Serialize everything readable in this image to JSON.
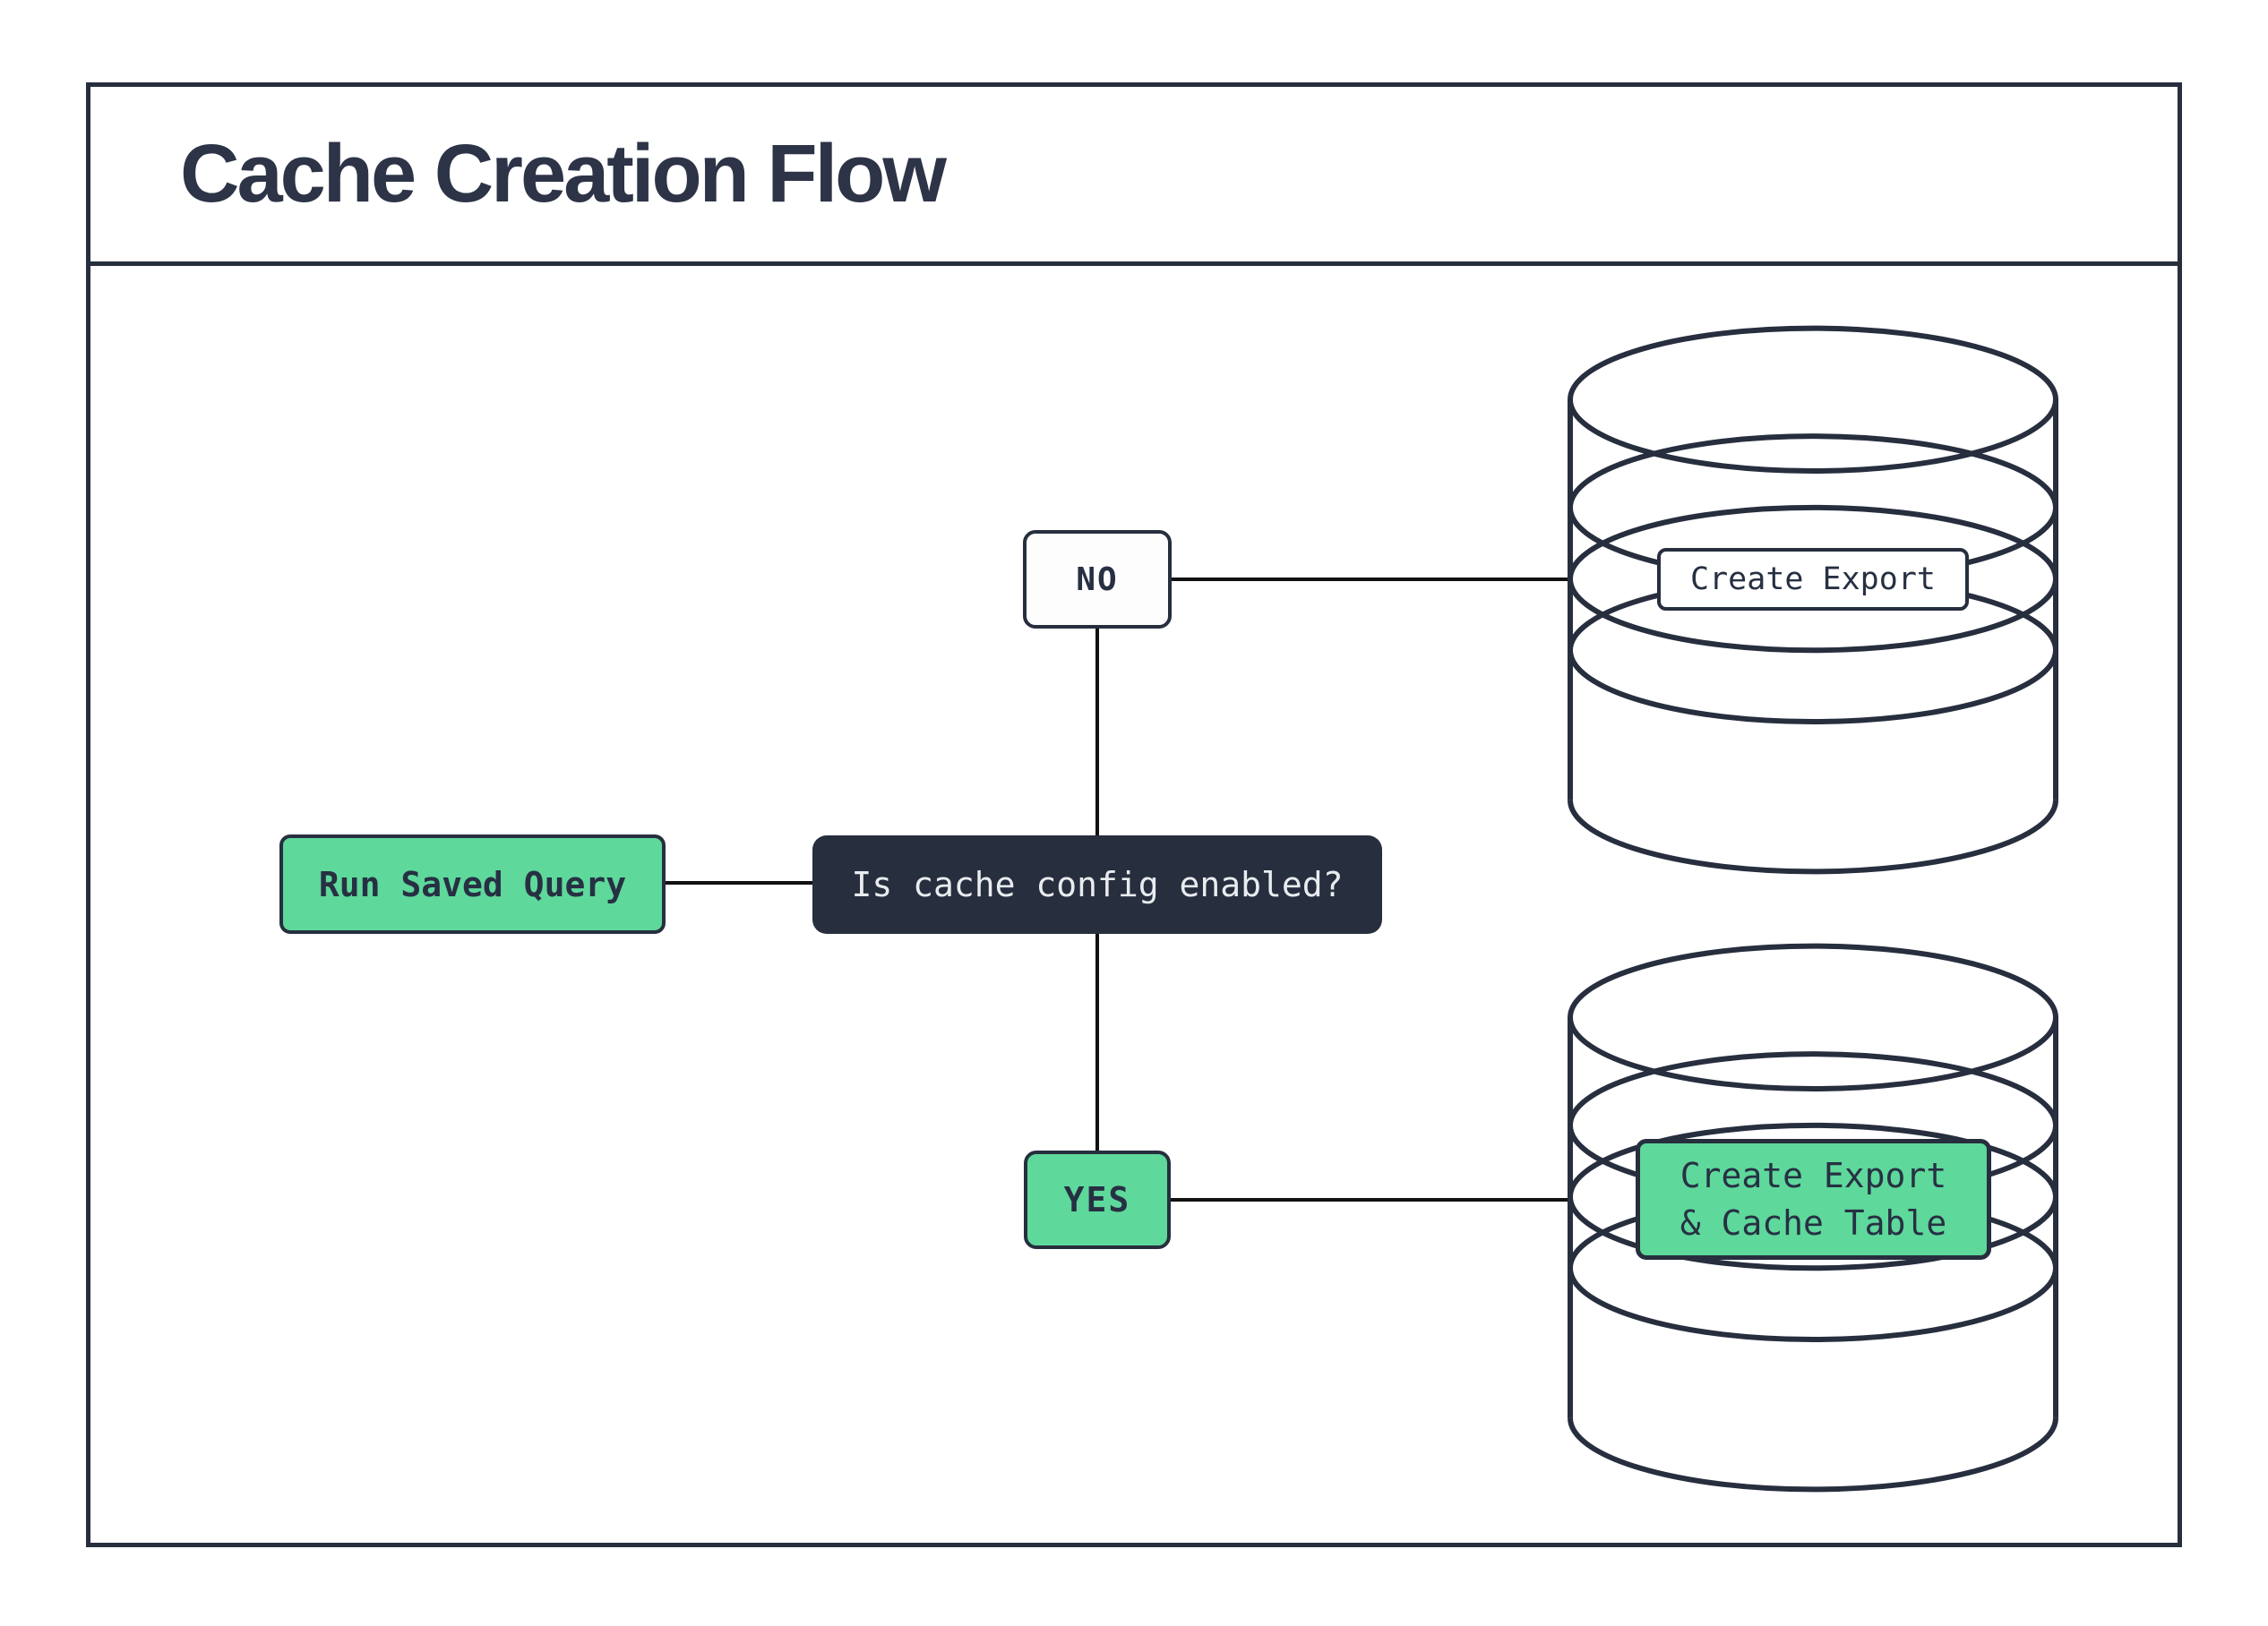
{
  "header": {
    "title": "Cache Creation Flow"
  },
  "flow": {
    "start": {
      "label": "Run Saved Query"
    },
    "decision": {
      "label": "Is cache config enabled?"
    },
    "branch_no": {
      "label": "NO"
    },
    "branch_yes": {
      "label": "YES"
    },
    "no_result": {
      "label": "Create Export"
    },
    "yes_result": {
      "lines": [
        "Create Export",
        "& Cache Table"
      ]
    }
  },
  "colors": {
    "navy": "#272e3e",
    "green": "#5ed89b",
    "connector_line": "#111111",
    "light_text": "#e9ecef",
    "title_text": "#2d3447"
  }
}
